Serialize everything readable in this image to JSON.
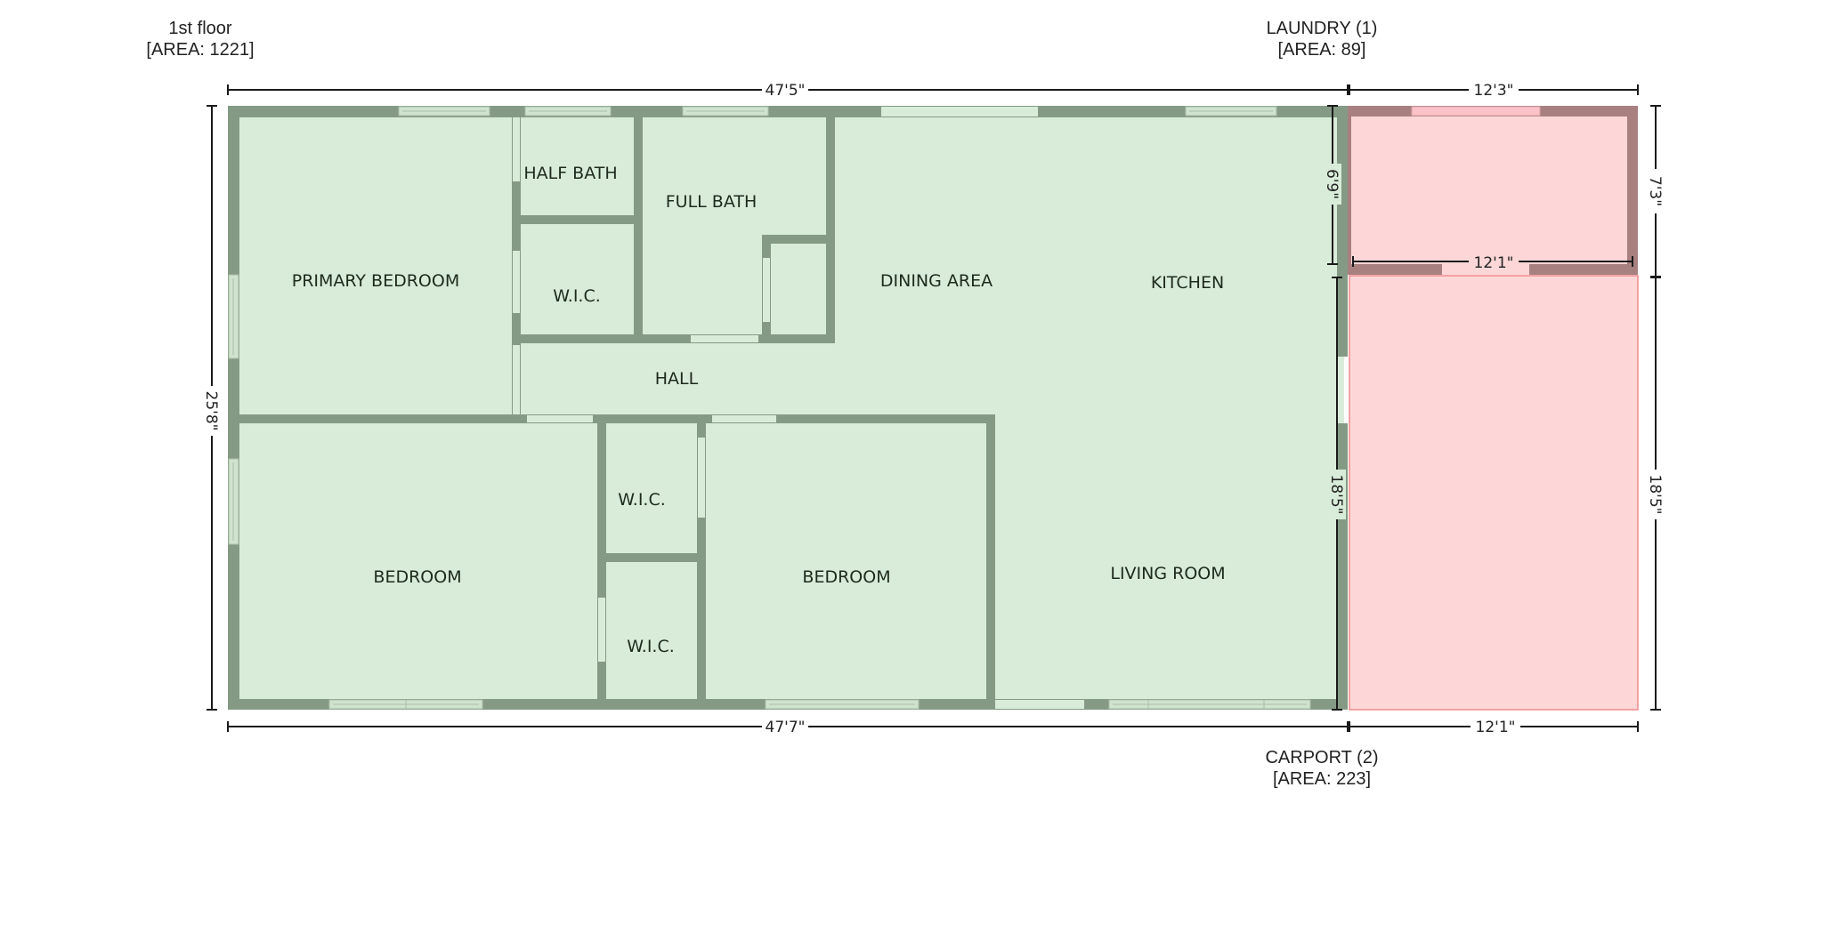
{
  "floor": {
    "name": "1st floor",
    "area": "[AREA: 1221]"
  },
  "laundry": {
    "name": "LAUNDRY (1)",
    "area": "[AREA: 89]"
  },
  "carport": {
    "name": "CARPORT (2)",
    "area": "[AREA: 223]"
  },
  "rooms": {
    "primary_bedroom": "PRIMARY BEDROOM",
    "half_bath": "HALF BATH",
    "wic_primary": "W.I.C.",
    "full_bath": "FULL BATH",
    "dining_area": "DINING AREA",
    "kitchen": "KITCHEN",
    "hall": "HALL",
    "bedroom_left": "BEDROOM",
    "wic_upper": "W.I.C.",
    "wic_lower": "W.I.C.",
    "bedroom_right": "BEDROOM",
    "living_room": "LIVING ROOM"
  },
  "dimensions": {
    "top_main": "47'5\"",
    "top_laundry": "12'3\"",
    "bottom_main": "47'7\"",
    "bottom_carport": "12'1\"",
    "left_height": "25'8\"",
    "kitchen_upper": "6'9\"",
    "living_lower": "18'5\"",
    "laundry_height": "7'3\"",
    "carport_height": "18'5\"",
    "laundry_carport_width": "12'1\""
  },
  "colors": {
    "floor_fill": "#d9ecd9",
    "wall": "#849a84",
    "window": "#cfe3cf",
    "garage_fill": "#fdd7d8",
    "garage_wall": "#a88080",
    "carport_outline": "#f08a8a"
  }
}
